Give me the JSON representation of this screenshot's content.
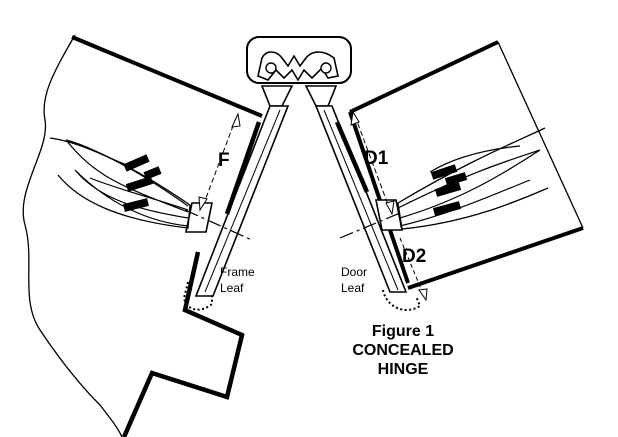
{
  "labels": {
    "dim_f": "F",
    "dim_d1": "D1",
    "dim_d2": "D2",
    "frame_leaf_line1": "Frame",
    "frame_leaf_line2": "Leaf",
    "door_leaf_line1": "Door",
    "door_leaf_line2": "Leaf"
  },
  "caption": {
    "line1": "Figure 1",
    "line2": "CONCEALED",
    "line3": "HINGE"
  },
  "colors": {
    "ink": "#000000",
    "background": "#ffffff"
  }
}
